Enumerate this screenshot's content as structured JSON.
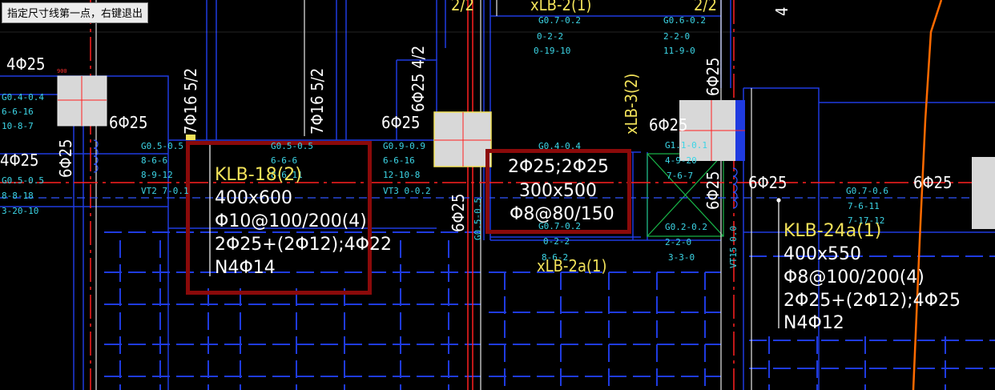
{
  "prompt": "指定尺寸线第一点，右键退出",
  "colors": {
    "background": "#000000",
    "axis_red": "#ff2020",
    "beam_blue": "#1f3be0",
    "column_fill": "#d8d8d8",
    "highlight": "#8b0a0a",
    "yellow": "#f2e25a",
    "cyan": "#3cd5e6",
    "orange": "#ff6a00"
  },
  "labels": {
    "top_2_2_a": "2/2",
    "top_xlb2": "xLB-2(1)",
    "top_2_2_b": "2/2",
    "top_4": "4",
    "g07_02": "G0.7-0.2",
    "t_022": "0-2-2",
    "t_01910": "0-19-10",
    "g06_02": "G0.6-0.2",
    "t_220": "2-2-0",
    "t_1190": "11-9-0",
    "left_4p25": "4Φ25",
    "left_g04": "G0.4-0.4",
    "left_6616": "6-6-16",
    "left_1087": "10-8-7",
    "left_4p25b": "4Φ25",
    "left_g05": "G0.5-0.5",
    "left_8818": "8-8-18",
    "left_32010": "3-20-10",
    "left_6p25v": "6Φ25",
    "c1_6p25": "6Φ25",
    "b1_g05": "G0.5-0.5",
    "b1_866": "8-6-6",
    "b1_8912": "8-9-12",
    "b1_vt2": "VT2 7-0.1",
    "v_7p16_a": "7Φ16 5/2",
    "v_7p16_b": "7Φ16 5/2",
    "b2_g05": "G0.5-0.5",
    "b2_666": "6-6-6",
    "b2_866": "8-6-11",
    "klb18_name": "KLB-18(2)",
    "klb18_size": "400x600",
    "klb18_stir": "Φ10@100/200(4)",
    "klb18_bar": "2Φ25+(2Φ12);4Φ22",
    "klb18_n": "N4Φ14",
    "mid_6p25": "6Φ25",
    "mid_g09": "G0.9-0.9",
    "mid_6616": "6-6-16",
    "mid_12108": "12-10-8",
    "mid_vt3": "VT3 0-0.2",
    "v_6p25_42": "6Φ25 4/2",
    "v_6p25_c": "6Φ25",
    "v_g05_mid": "G0.5-0.5",
    "box2_bar": "2Φ25;2Φ25",
    "box2_size": "300x500",
    "box2_stir": "Φ8@80/150",
    "g04_04": "G0.4-0.4",
    "g07_02b": "G0.7-0.2",
    "t_022b": "0-2-2",
    "t_862": "8-6-2",
    "xlb2a": "xLB-2a(1)",
    "xlb3": "xLB-3(2)",
    "r_6p25c": "6Φ25",
    "g11": "G1.1-0.1",
    "t_4920": "4-9-20",
    "t_767": "7-6-7",
    "g02_02": "G0.2-0.2",
    "t_220b": "2-2-0",
    "t_330": "3-3-0",
    "r_6p25v": "6Φ25",
    "r_6p25v2": "6Φ25",
    "r_6p25h": "6Φ25",
    "r_6p25h2": "6Φ25",
    "r_g07": "G0.7-0.6",
    "r_7611": "7-6-11",
    "r_71712": "7-17-12",
    "klb24_name": "KLB-24a(1)",
    "klb24_size": "400x550",
    "klb24_stir": "Φ8@100/200(4)",
    "klb24_bar": "2Φ25+(2Φ12);4Φ25",
    "klb24_n": "N4Φ12",
    "r_vt15": "VT15 0.0",
    "red_tag": "900"
  }
}
